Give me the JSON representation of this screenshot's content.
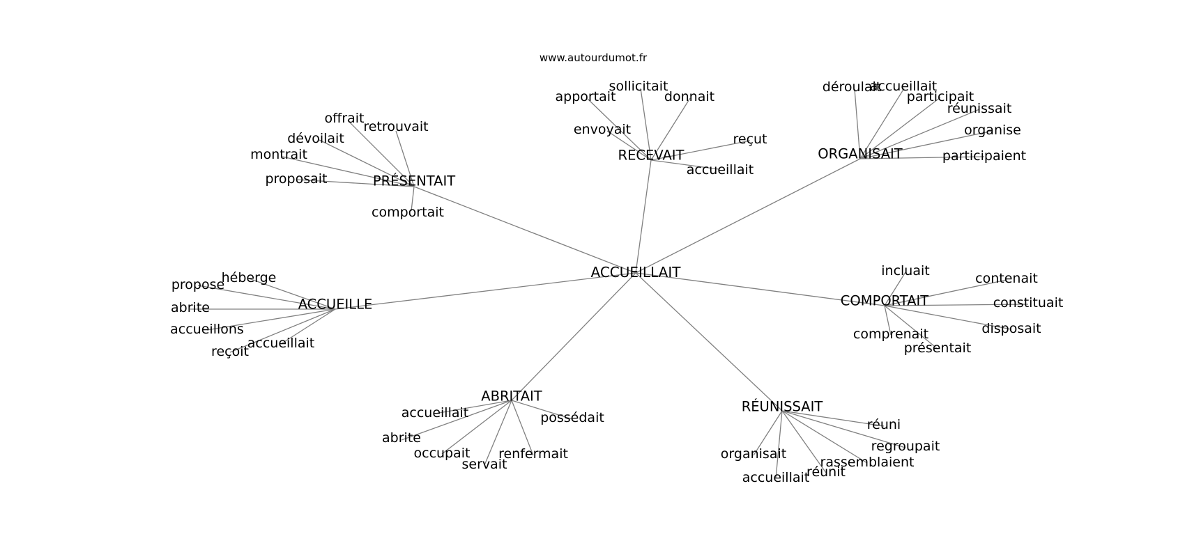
{
  "source": "www.autourdumot.fr",
  "center": "ACCUEILLAIT",
  "hubs": [
    {
      "word": "PRÉSENTAIT",
      "leaves": [
        "offrait",
        "retrouvait",
        "dévoilait",
        "montrait",
        "proposait",
        "comportait"
      ]
    },
    {
      "word": "RECEVAIT",
      "leaves": [
        "sollicitait",
        "apportait",
        "donnait",
        "envoyait",
        "reçut",
        "accueillait"
      ]
    },
    {
      "word": "ORGANISAIT",
      "leaves": [
        "déroulait",
        "accueillait",
        "participait",
        "réunissait",
        "organise",
        "participaient"
      ]
    },
    {
      "word": "ACCUEILLE",
      "leaves": [
        "héberge",
        "propose",
        "abrite",
        "accueillons",
        "accueillait",
        "reçoit"
      ]
    },
    {
      "word": "COMPORTAIT",
      "leaves": [
        "incluait",
        "contenait",
        "constituait",
        "disposait",
        "comprenait",
        "présentait"
      ]
    },
    {
      "word": "ABRITAIT",
      "leaves": [
        "accueillait",
        "possédait",
        "abrite",
        "occupait",
        "renfermait",
        "servait"
      ]
    },
    {
      "word": "RÉUNISSAIT",
      "leaves": [
        "réuni",
        "regroupait",
        "organisait",
        "rassemblaient",
        "réunit",
        "accueillait"
      ]
    }
  ]
}
